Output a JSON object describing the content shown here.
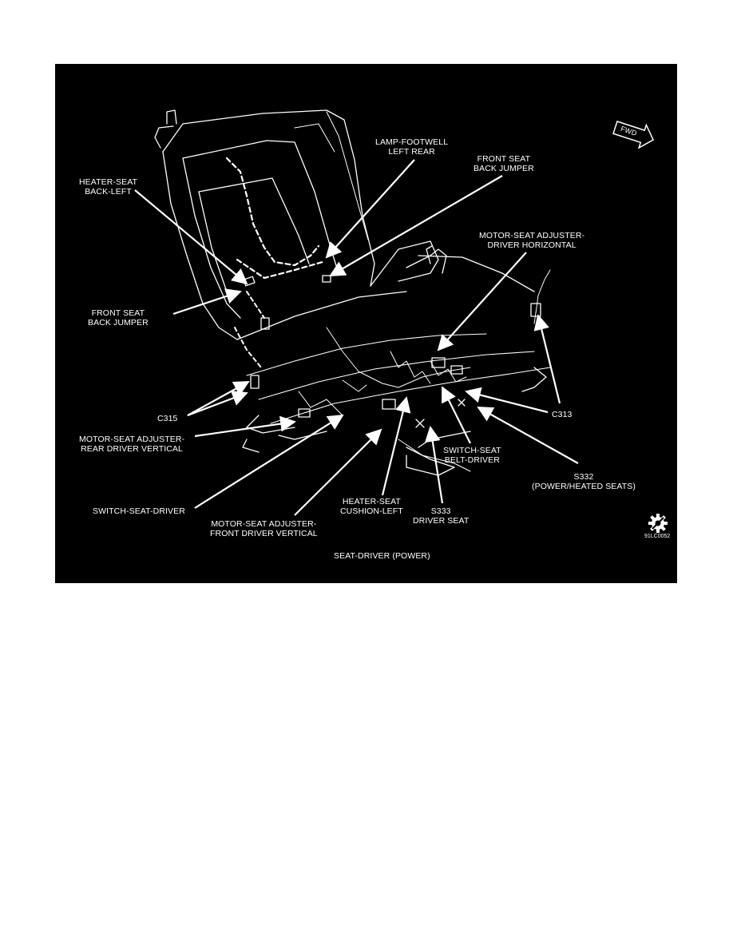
{
  "figure": {
    "caption": "SEAT-DRIVER (POWER)",
    "figure_id": "91LC0052",
    "fwd_marker": "FWD",
    "colors": {
      "background": "#000000",
      "linework": "#ffffff",
      "page": "#ffffff"
    },
    "icons": [
      "fwd-arrow-icon",
      "gear-icon"
    ]
  },
  "callouts": {
    "lamp_footwell": "LAMP-FOOTWELL\nLEFT REAR",
    "front_seat_back_jumper_top": "FRONT SEAT\nBACK JUMPER",
    "heater_seat_back_left": "HEATER-SEAT\nBACK-LEFT",
    "motor_horizontal": "MOTOR-SEAT ADJUSTER-\nDRIVER HORIZONTAL",
    "front_seat_back_jumper_left": "FRONT SEAT\nBACK JUMPER",
    "c315": "C315",
    "c313": "C313",
    "motor_rear_vertical": "MOTOR-SEAT ADJUSTER-\nREAR DRIVER VERTICAL",
    "switch_seat_belt_driver": "SWITCH-SEAT\nBELT-DRIVER",
    "s332": "S332\n(POWER/HEATED SEATS)",
    "switch_seat_driver": "SWITCH-SEAT-DRIVER",
    "heater_seat_cushion_left": "HEATER-SEAT\nCUSHION-LEFT",
    "s333": "S333\nDRIVER SEAT",
    "motor_front_vertical": "MOTOR-SEAT ADJUSTER-\nFRONT DRIVER VERTICAL"
  }
}
